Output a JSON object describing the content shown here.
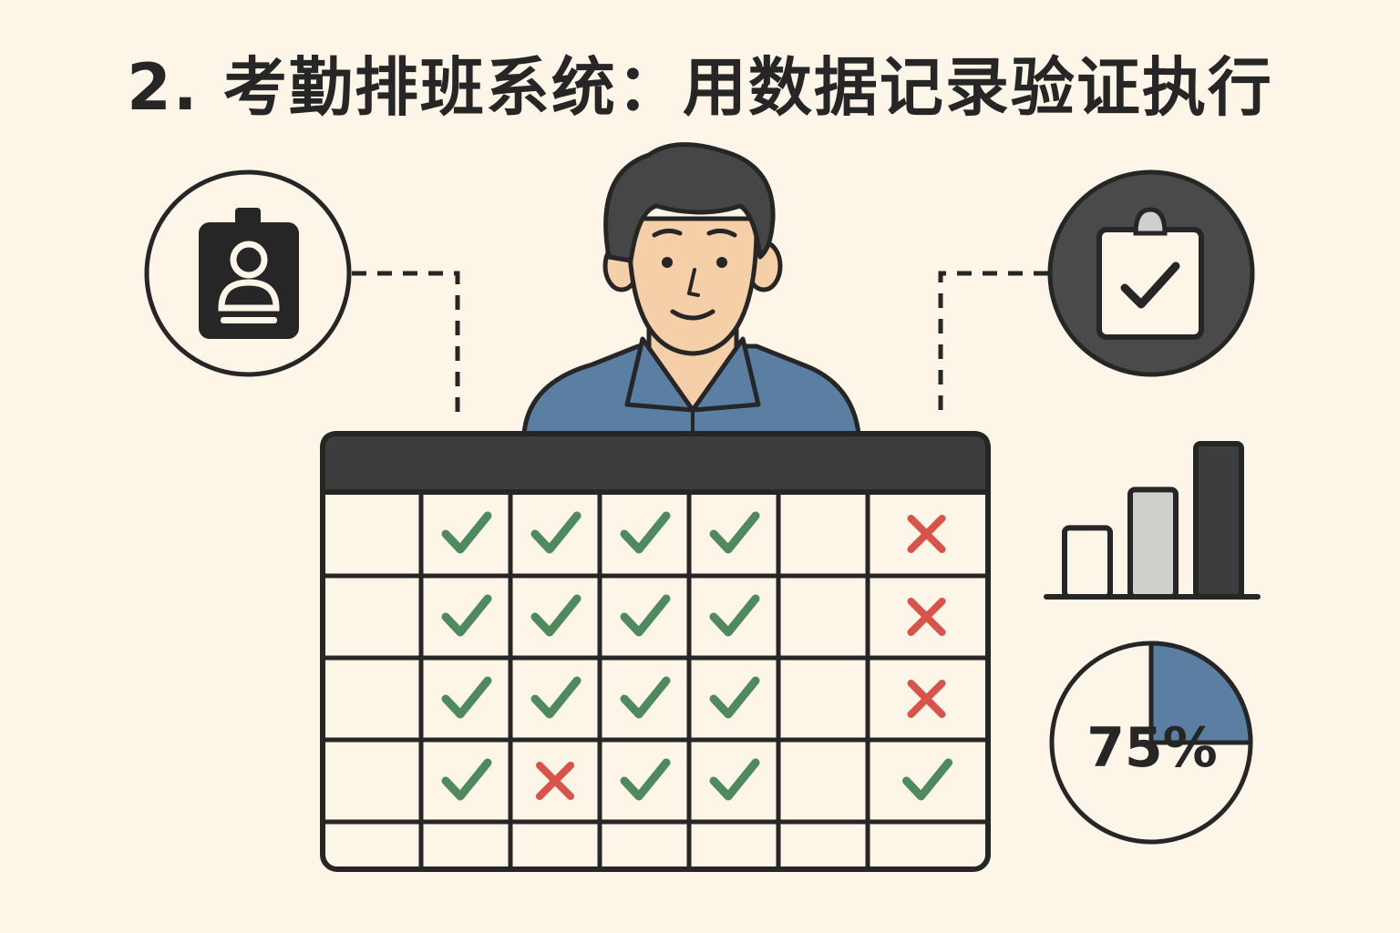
{
  "title": "2. 考勤排班系统：用数据记录验证执行",
  "progress": {
    "label": "75%",
    "value": 0.25,
    "fill_color": "#5a7fa3"
  },
  "bar_chart": {
    "values": [
      0.45,
      0.7,
      1.0
    ],
    "colors": [
      "#fdf5e8",
      "#cfcfcb",
      "#3d3d3d"
    ]
  },
  "attendance": {
    "rows": [
      [
        "",
        "check",
        "check",
        "check",
        "check",
        "",
        "cross"
      ],
      [
        "",
        "check",
        "check",
        "check",
        "check",
        "",
        "cross"
      ],
      [
        "",
        "check",
        "check",
        "check",
        "check",
        "",
        "cross"
      ],
      [
        "",
        "check",
        "cross",
        "check",
        "check",
        "",
        "check"
      ],
      [
        "",
        "",
        "",
        "",
        "",
        "",
        ""
      ]
    ],
    "check_color": "#4e8a5e",
    "cross_color": "#d9534a"
  },
  "icons": {
    "left": "id-badge-icon",
    "right": "clipboard-check-icon"
  }
}
